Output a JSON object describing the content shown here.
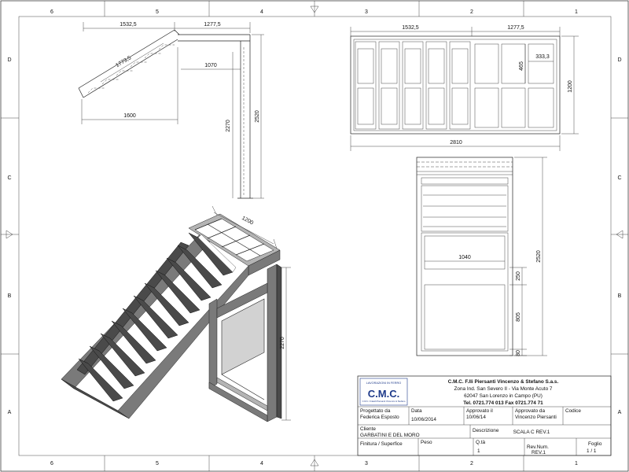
{
  "sheet": {
    "zones_top": [
      "6",
      "5",
      "4",
      "3",
      "2",
      "1"
    ],
    "zones_bottom": [
      "6",
      "5",
      "4",
      "3",
      "2",
      "1"
    ],
    "zones_left": [
      "D",
      "C",
      "B",
      "A"
    ],
    "zones_right": [
      "D",
      "C",
      "B",
      "A"
    ]
  },
  "side_view": {
    "dims": [
      "1532,5",
      "1277,5",
      "1773,5",
      "1070",
      "1600",
      "2270",
      "2520"
    ]
  },
  "top_view": {
    "dims": [
      "1532,5",
      "1277,5",
      "465",
      "333,3",
      "1200",
      "2810"
    ]
  },
  "front_view": {
    "dims": [
      "1040",
      "250",
      "805",
      "80",
      "2520"
    ]
  },
  "iso_view": {
    "dims": [
      "1200",
      "2270"
    ]
  },
  "title_block": {
    "logo_top": "LAVORAZIONI IN FERRO",
    "logo_text": "C.M.C.",
    "logo_sub": "C.M.C. Fratelli Piersanti Vincenzo & Stefano",
    "company": "C.M.C. F.lli Piersanti Vincenzo & Stefano S.a.s.",
    "address1": "Zona Ind. San Severo II - Via Monte Acuto 7",
    "address2": "62047 San Lorenzo in Campo (PU)",
    "phone": "Tel. 0721.774 013 Fax 0721.774 71",
    "drawn_by_label": "Progettato da",
    "drawn_by": "Federica Esposto",
    "date_label": "Data",
    "date": "10/06/2014",
    "approved_label": "Approvato il",
    "approved_date": "10/06/14",
    "approved_by_label": "Approvato da",
    "approved_by": "Vincenzo Piersanti",
    "code_label": "Codice",
    "client_label": "Cliente",
    "client": "GARBATINI E DEL MORO",
    "description_label": "Descrizione",
    "description": "SCALA C REV.1",
    "finish_label": "Finitura / Superfice",
    "weight_label": "Peso",
    "qty_label": "Q.tà",
    "qty": "1",
    "rev_label": "Rev.Num.",
    "rev": "REV.1",
    "sheet_label": "Foglio",
    "sheet": "1 / 1"
  }
}
